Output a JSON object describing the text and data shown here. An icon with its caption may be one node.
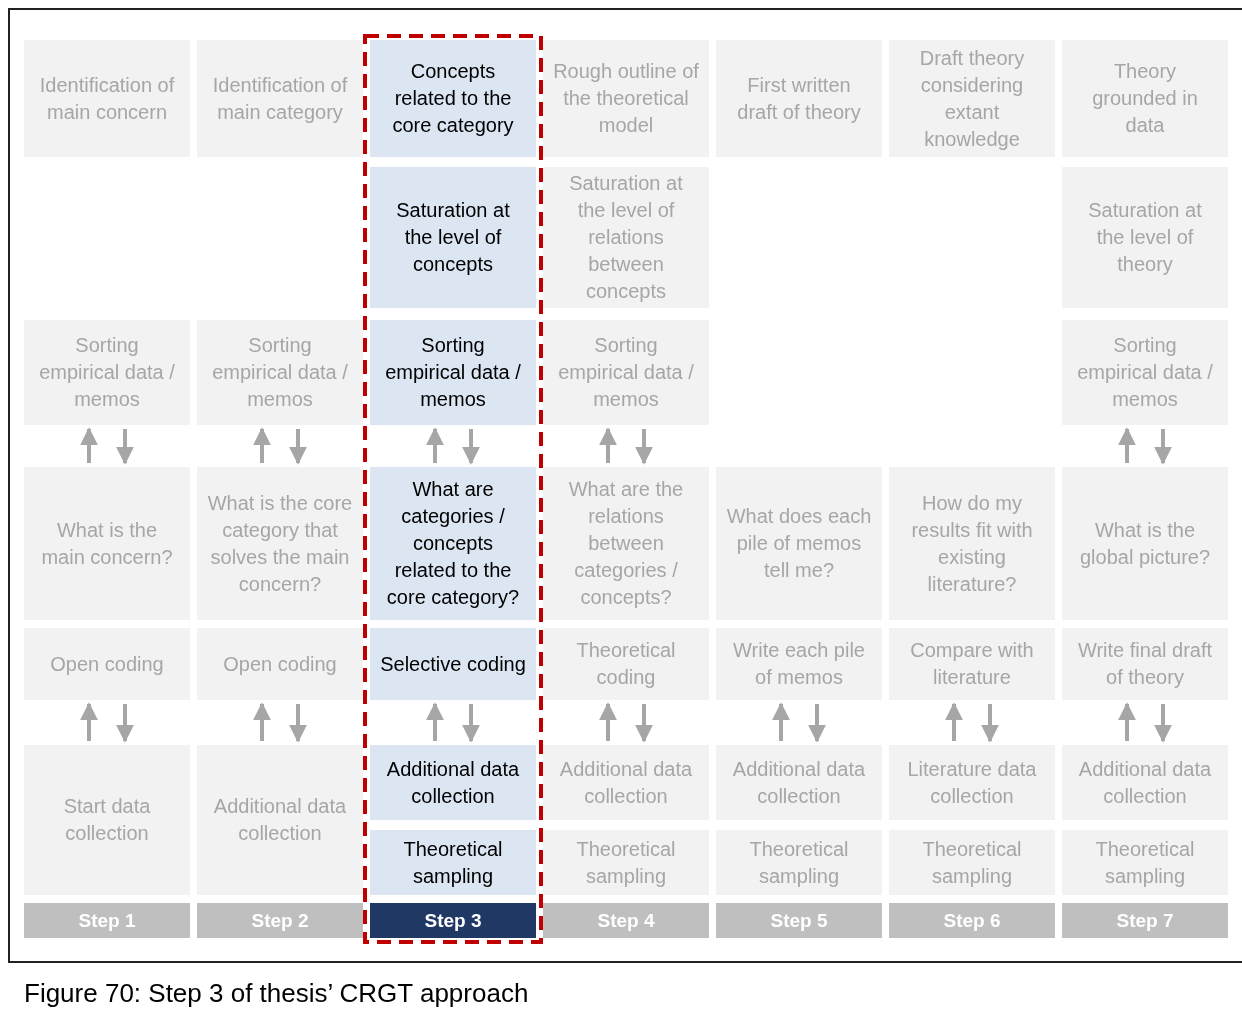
{
  "diagram": {
    "caption": "Figure 70: Step 3 of thesis’ CRGT approach",
    "nodes": [
      {
        "text": [
          "Identification of main concern"
        ]
      },
      {
        "text": [
          "Identification of main category"
        ]
      },
      {
        "text": [
          "Concepts related to the core category"
        ]
      },
      {
        "text": [
          "Rough outline of the theoretical model"
        ]
      },
      {
        "text": [
          "First written draft of theory"
        ]
      },
      {
        "text": [
          "Draft theory considering extant knowledge"
        ]
      },
      {
        "text": [
          "Theory grounded in data"
        ]
      },
      {
        "text": [
          "Saturation at the level of concepts"
        ]
      },
      {
        "text": [
          "Saturation at the level of relations between concepts"
        ]
      },
      {
        "text": [
          "Saturation at the level of theory"
        ]
      },
      {
        "text": [
          "Sorting empirical data / memos"
        ]
      },
      {
        "text": [
          "Sorting empirical data / memos"
        ]
      },
      {
        "text": [
          "Sorting empirical data / memos"
        ]
      },
      {
        "text": [
          "Sorting empirical data / memos"
        ]
      },
      {
        "text": [
          "Sorting empirical data / memos"
        ]
      },
      {
        "text": [
          "What is the main concern?"
        ]
      },
      {
        "text": [
          "What is the core category that solves the main concern?"
        ]
      },
      {
        "text": [
          "What are categories / concepts related to the core category?"
        ]
      },
      {
        "text": [
          "What are the relations between categories / concepts?"
        ]
      },
      {
        "text": [
          "What does each pile of memos tell me?"
        ]
      },
      {
        "text": [
          "How do my results fit with existing literature?"
        ]
      },
      {
        "text": [
          "What is the global picture?"
        ]
      },
      {
        "text": [
          "Open coding"
        ]
      },
      {
        "text": [
          "Open coding"
        ]
      },
      {
        "text": [
          "Selective coding"
        ]
      },
      {
        "text": [
          "Theoretical coding"
        ]
      },
      {
        "text": [
          "Write each pile of memos"
        ]
      },
      {
        "text": [
          "Compare with literature"
        ]
      },
      {
        "text": [
          "Write final draft of theory"
        ]
      },
      {
        "text": [
          "Start data collection"
        ]
      },
      {
        "text": [
          "Additional data collection"
        ]
      },
      {
        "text": [
          "Additional data collection"
        ]
      },
      {
        "text": [
          "Additional data collection"
        ]
      },
      {
        "text": [
          "Additional data collection"
        ]
      },
      {
        "text": [
          "Literature data collection"
        ]
      },
      {
        "text": [
          "Additional data collection"
        ]
      },
      {
        "text": [
          "Theoretical sampling"
        ]
      },
      {
        "text": [
          "Theoretical sampling"
        ]
      },
      {
        "text": [
          "Theoretical sampling"
        ]
      },
      {
        "text": [
          "Theoretical sampling"
        ]
      },
      {
        "text": [
          "Theoretical sampling"
        ]
      },
      {
        "text": [
          "Step 1"
        ]
      },
      {
        "text": [
          "Step 2"
        ]
      },
      {
        "text": [
          "Step 3"
        ]
      },
      {
        "text": [
          "Step 4"
        ]
      },
      {
        "text": [
          "Step 5"
        ]
      },
      {
        "text": [
          "Step 6"
        ]
      },
      {
        "text": [
          "Step 7"
        ]
      }
    ],
    "edges": [
      {
        "from": 15,
        "to": 10,
        "arrow": "to"
      },
      {
        "from": 10,
        "to": 15,
        "arrow": "to"
      },
      {
        "from": 16,
        "to": 11,
        "arrow": "to"
      },
      {
        "from": 11,
        "to": 16,
        "arrow": "to"
      },
      {
        "from": 17,
        "to": 12,
        "arrow": "to"
      },
      {
        "from": 12,
        "to": 17,
        "arrow": "to"
      },
      {
        "from": 18,
        "to": 13,
        "arrow": "to"
      },
      {
        "from": 13,
        "to": 18,
        "arrow": "to"
      },
      {
        "from": 21,
        "to": 14,
        "arrow": "to"
      },
      {
        "from": 14,
        "to": 21,
        "arrow": "to"
      },
      {
        "from": 29,
        "to": 22,
        "arrow": "to"
      },
      {
        "from": 22,
        "to": 29,
        "arrow": "to"
      },
      {
        "from": 30,
        "to": 23,
        "arrow": "to"
      },
      {
        "from": 23,
        "to": 30,
        "arrow": "to"
      },
      {
        "from": 31,
        "to": 24,
        "arrow": "to"
      },
      {
        "from": 24,
        "to": 31,
        "arrow": "to"
      },
      {
        "from": 32,
        "to": 25,
        "arrow": "to"
      },
      {
        "from": 25,
        "to": 32,
        "arrow": "to"
      },
      {
        "from": 33,
        "to": 26,
        "arrow": "to"
      },
      {
        "from": 26,
        "to": 33,
        "arrow": "to"
      },
      {
        "from": 34,
        "to": 27,
        "arrow": "to"
      },
      {
        "from": 27,
        "to": 34,
        "arrow": "to"
      },
      {
        "from": 35,
        "to": 28,
        "arrow": "to"
      },
      {
        "from": 28,
        "to": 35,
        "arrow": "to"
      }
    ]
  }
}
